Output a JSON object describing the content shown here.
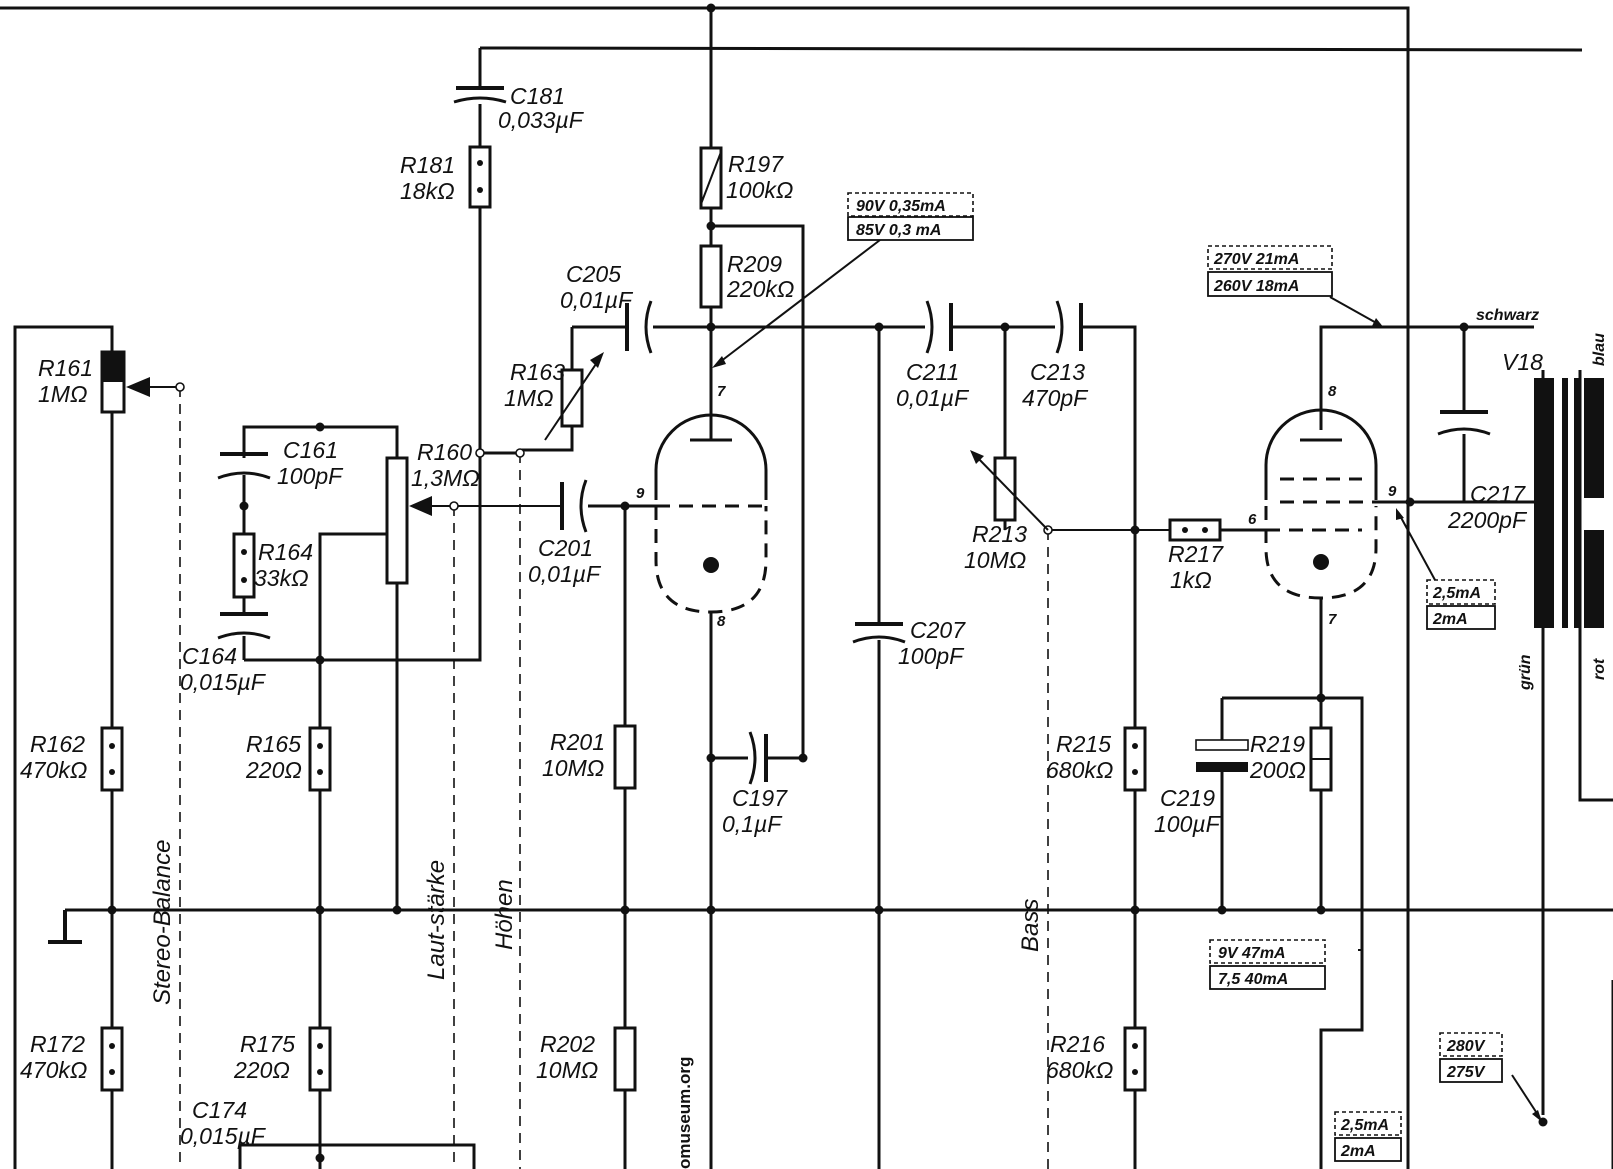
{
  "components": {
    "c181": {
      "ref": "C181",
      "value": "0,033µF"
    },
    "r181": {
      "ref": "R181",
      "value": "18kΩ"
    },
    "r197": {
      "ref": "R197",
      "value": "100kΩ"
    },
    "r209": {
      "ref": "R209",
      "value": "220kΩ"
    },
    "c205": {
      "ref": "C205",
      "value": "0,01µF"
    },
    "r163": {
      "ref": "R163",
      "value": "1MΩ"
    },
    "r161": {
      "ref": "R161",
      "value": "1MΩ"
    },
    "c161": {
      "ref": "C161",
      "value": "100pF"
    },
    "r160": {
      "ref": "R160",
      "value": "1,3MΩ"
    },
    "r164": {
      "ref": "R164",
      "value": "33kΩ"
    },
    "c164": {
      "ref": "C164",
      "value": "0,015µF"
    },
    "c201": {
      "ref": "C201",
      "value": "0,01µF"
    },
    "r162": {
      "ref": "R162",
      "value": "470kΩ"
    },
    "r165": {
      "ref": "R165",
      "value": "220Ω"
    },
    "r201": {
      "ref": "R201",
      "value": "10MΩ"
    },
    "c197": {
      "ref": "C197",
      "value": "0,1µF"
    },
    "c211": {
      "ref": "C211",
      "value": "0,01µF"
    },
    "c213": {
      "ref": "C213",
      "value": "470pF"
    },
    "r213": {
      "ref": "R213",
      "value": "10MΩ"
    },
    "c207": {
      "ref": "C207",
      "value": "100pF"
    },
    "r215": {
      "ref": "R215",
      "value": "680kΩ"
    },
    "r217": {
      "ref": "R217",
      "value": "1kΩ"
    },
    "r219": {
      "ref": "R219",
      "value": "200Ω"
    },
    "c219": {
      "ref": "C219",
      "value": "100µF"
    },
    "c217": {
      "ref": "C217",
      "value": "2200pF"
    },
    "r172": {
      "ref": "R172",
      "value": "470kΩ"
    },
    "r175": {
      "ref": "R175",
      "value": "220Ω"
    },
    "c174": {
      "ref": "C174",
      "value": "0,015µF"
    },
    "r202": {
      "ref": "R202",
      "value": "10MΩ"
    },
    "r216": {
      "ref": "R216",
      "value": "680kΩ"
    },
    "v18": {
      "ref": "V18"
    }
  },
  "tube_pins": {
    "tube1": {
      "anode": "7",
      "grid": "9",
      "cathode": "8"
    },
    "tube2": {
      "anode": "8",
      "grid": "6",
      "screen": "9",
      "cathode": "7"
    }
  },
  "measurements": {
    "tube1_anode": [
      "90V 0,35mA",
      "85V 0,3 mA"
    ],
    "tube2_anode": [
      "270V 21mA",
      "260V 18mA"
    ],
    "tube2_screen": [
      "2,5mA",
      "2mA"
    ],
    "tube2_cathode": [
      "9V 47mA",
      "7,5 40mA"
    ],
    "supply": [
      "280V",
      "275V"
    ],
    "bottom_current": [
      "2,5mA",
      "2mA"
    ]
  },
  "controls": {
    "stereo_balance": "Stereo-Balance",
    "lautstaerke": "Laut-stärke",
    "hoehen": "Höhen",
    "bass": "Bass"
  },
  "wire_colors": {
    "schwarz": "schwarz",
    "blau": "blau",
    "gruen": "grün",
    "rot": "rot"
  },
  "watermark": "omuseum.org"
}
